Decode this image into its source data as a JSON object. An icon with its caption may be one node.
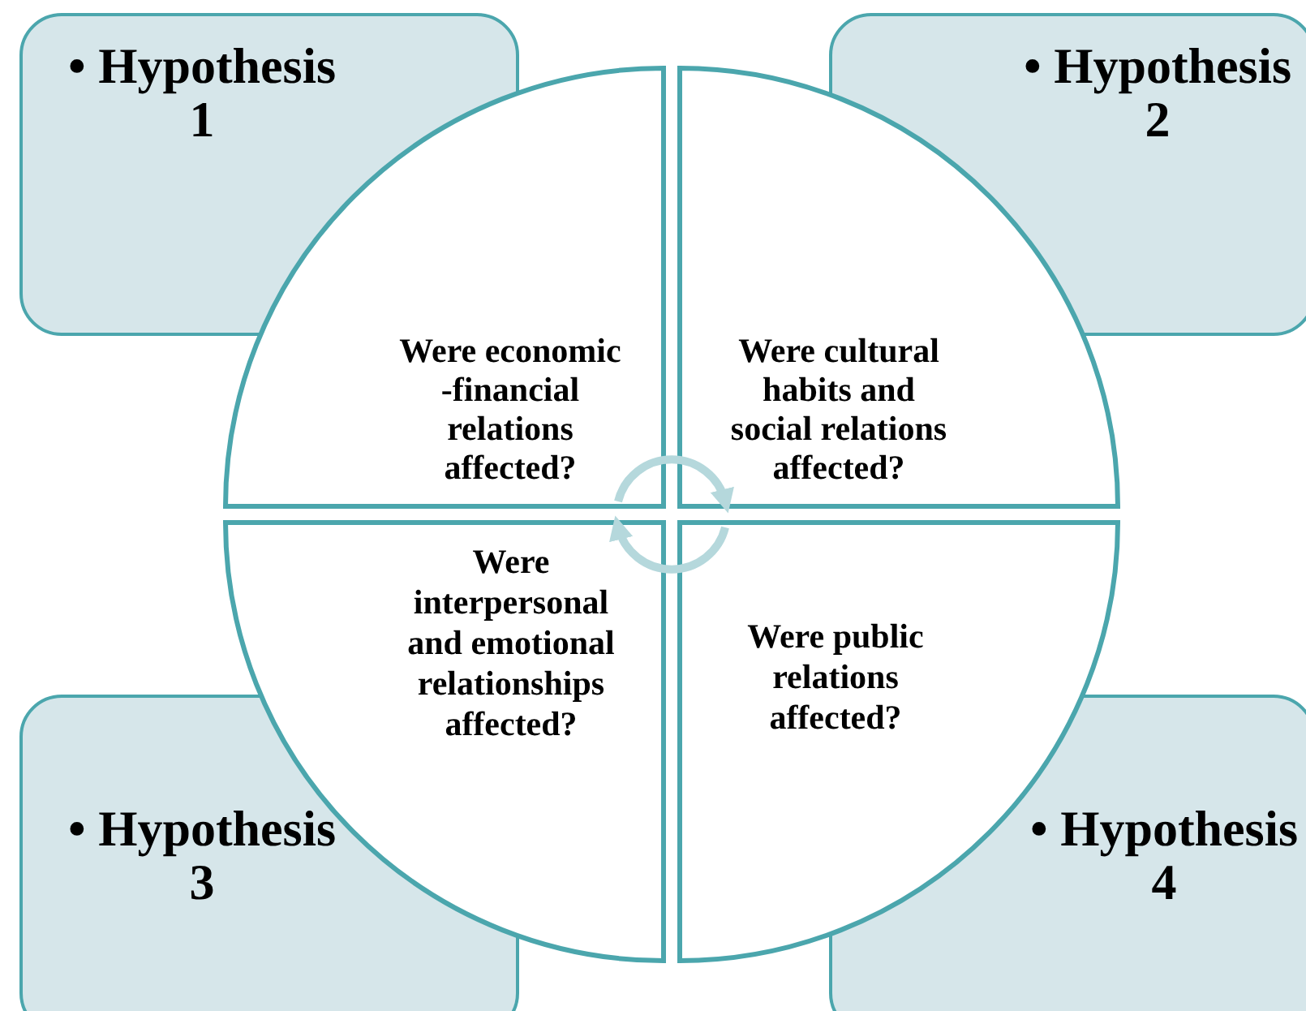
{
  "diagram": {
    "nodes": [
      {
        "text": [
          "• Hypothesis 1"
        ]
      },
      {
        "text": [
          "• Hypothesis 2"
        ]
      },
      {
        "text": [
          "Were economic -financial relations affected?"
        ]
      },
      {
        "text": [
          "Were cultural habits and social relations affected?"
        ]
      },
      {
        "text": [
          "Were interpersonal and emotional relationships affected?"
        ]
      },
      {
        "text": [
          "Were public relations affected?"
        ]
      },
      {
        "text": [
          "• Hypothesis 3"
        ]
      },
      {
        "text": [
          "• Hypothesis 4"
        ]
      },
      {
        "text": [],
        "shape": "cycle"
      }
    ],
    "edges": []
  }
}
